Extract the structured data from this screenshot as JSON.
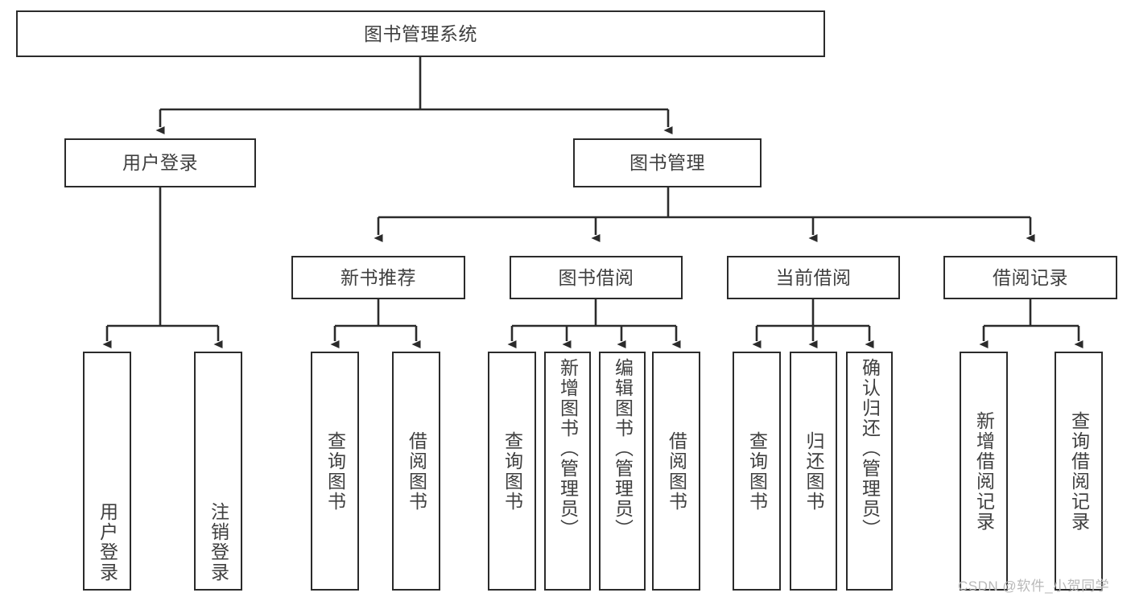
{
  "diagram": {
    "title": "图书管理系统",
    "type": "tree-hierarchy",
    "root": {
      "label": "图书管理系统"
    },
    "level2": [
      {
        "label": "用户登录"
      },
      {
        "label": "图书管理"
      }
    ],
    "level3": [
      {
        "label": "新书推荐"
      },
      {
        "label": "图书借阅"
      },
      {
        "label": "当前借阅"
      },
      {
        "label": "借阅记录"
      }
    ],
    "leaves": {
      "user_login": [
        {
          "label": "用户登录"
        },
        {
          "label": "注销登录"
        }
      ],
      "new_book_recommend": [
        {
          "label": "查询图书"
        },
        {
          "label": "借阅图书"
        }
      ],
      "book_borrow": [
        {
          "label": "查询图书"
        },
        {
          "label": "新增图书（管理员）"
        },
        {
          "label": "编辑图书（管理员）"
        },
        {
          "label": "借阅图书"
        }
      ],
      "current_borrow": [
        {
          "label": "查询图书"
        },
        {
          "label": "归还图书"
        },
        {
          "label": "确认归还（管理员）"
        }
      ],
      "borrow_record": [
        {
          "label": "新增借阅记录"
        },
        {
          "label": "查询借阅记录"
        }
      ]
    }
  },
  "watermark": {
    "text": "CSDN @软件_小贺同学"
  },
  "colors": {
    "box_border": "#2b2b2b",
    "box_fill": "#ffffff",
    "text": "#3f3f3f",
    "edge": "#2b2b2b",
    "watermark": "#b9b9b9",
    "background": "#ffffff"
  }
}
